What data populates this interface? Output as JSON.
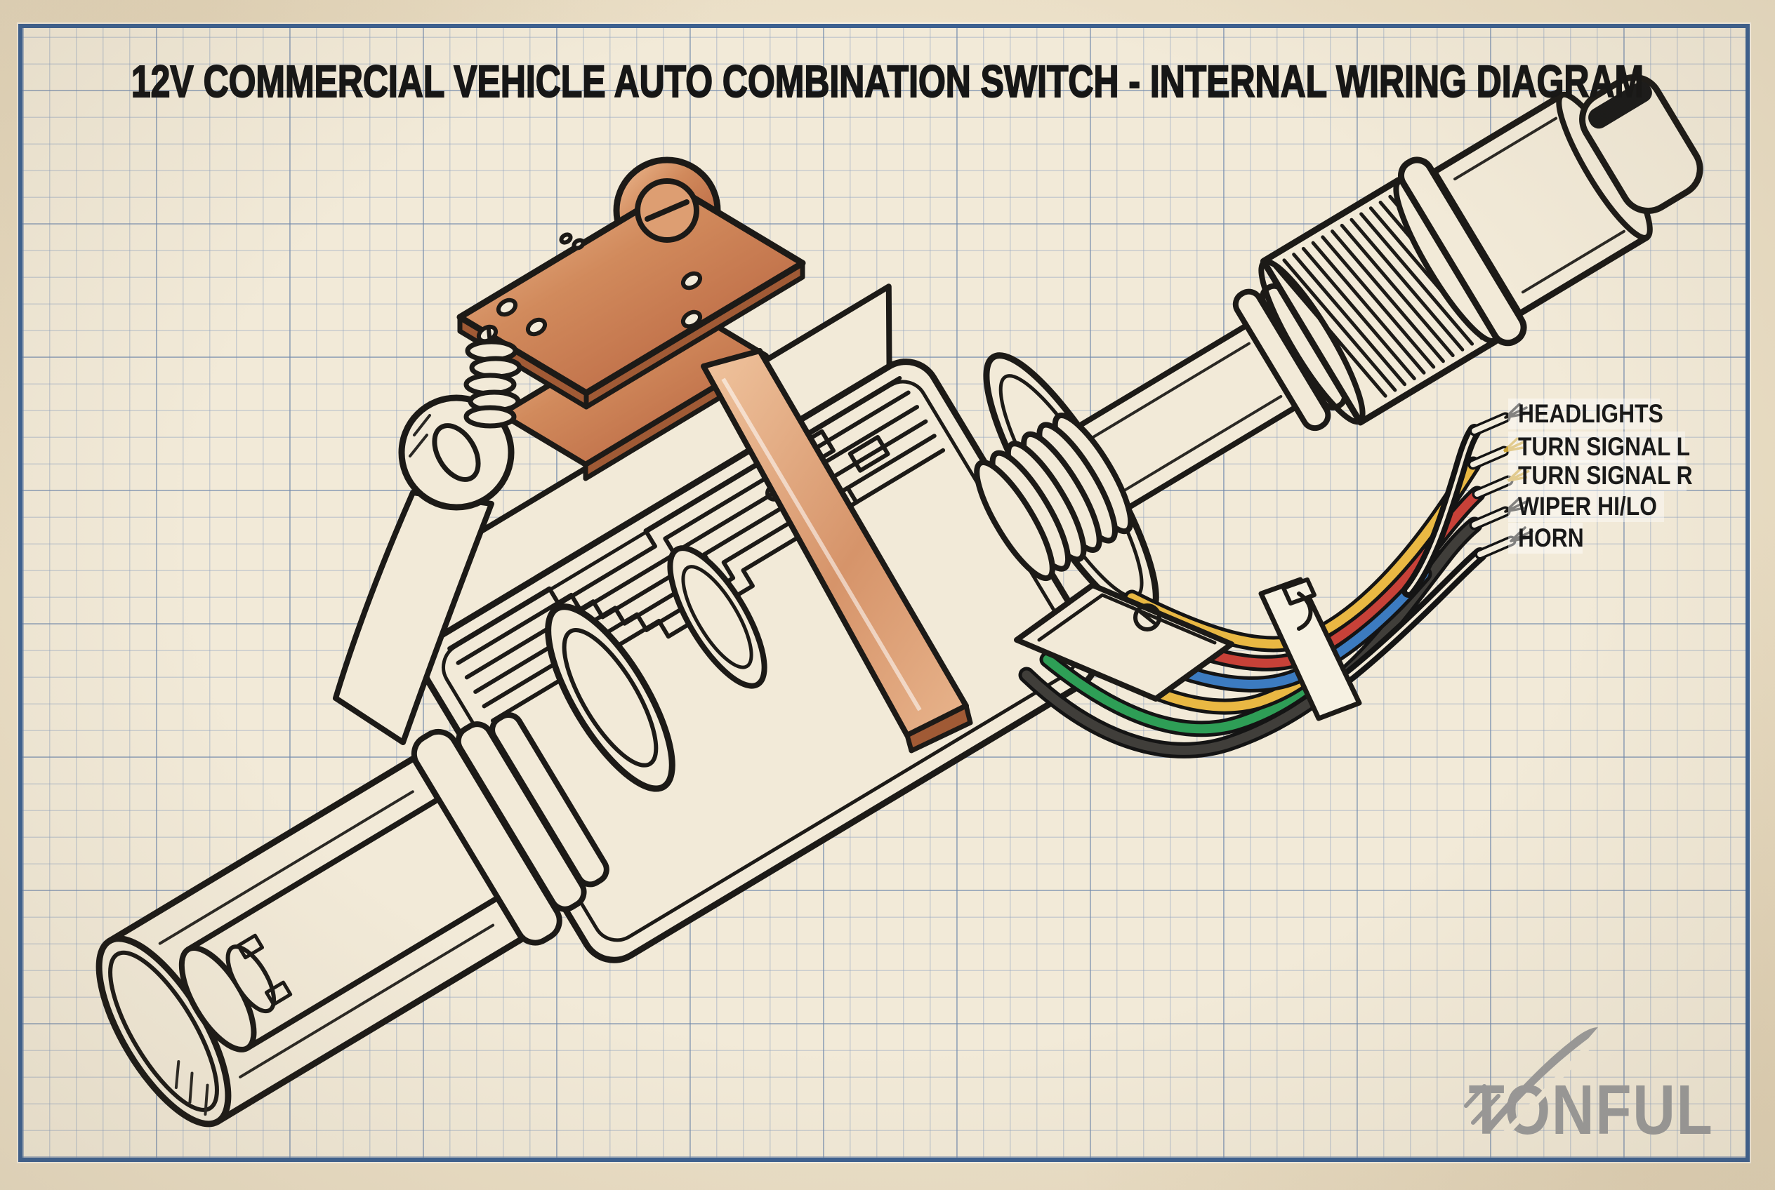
{
  "title": "12V COMMERCIAL VEHICLE AUTO COMBINATION SWITCH - INTERNAL WIRING DIAGRAM",
  "wire_labels": {
    "items": [
      {
        "label": "HEADLIGHTS",
        "wire_color": "#141414"
      },
      {
        "label": "TURN SIGNAL L",
        "wire_color": "#e9b843"
      },
      {
        "label": "TURN SIGNAL R",
        "wire_color": "#c74138"
      },
      {
        "label": "WIPER HI/LO",
        "wire_color": "#403e3a"
      },
      {
        "label": "HORN",
        "wire_color": "#141414"
      }
    ]
  },
  "logo": {
    "text": "TONFUL"
  },
  "palette": {
    "paper": "#f2ead8",
    "margin_paper": "#ebdfc6",
    "grid_minor": "#8ca0be",
    "grid_major": "#6c84a6",
    "frame_blue": "#3d6191",
    "ink": "#1c1a17",
    "copper_light": "#eebb92",
    "copper_mid": "#d18a5c",
    "copper_dark": "#a05a35",
    "wire_yellow": "#e9b843",
    "wire_red": "#c74138",
    "wire_blue": "#3c7bc0",
    "wire_green": "#2e9e56",
    "wire_dark": "#403e3a",
    "cable_tie_white": "#f6f1e2",
    "logo_gray": "#9b9b9b",
    "label_text": "#191919"
  }
}
